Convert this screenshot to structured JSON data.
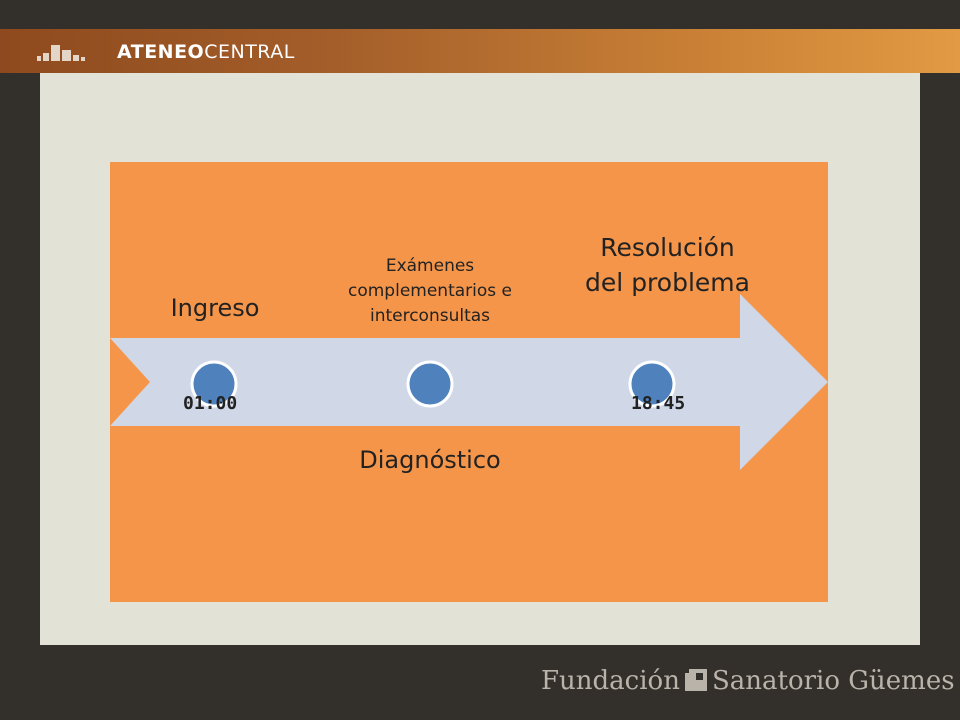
{
  "header": {
    "brand_bold": "ATENEO",
    "brand_light": "CENTRAL",
    "logo_icon": "bars-logo-icon"
  },
  "diagram": {
    "labels_above": [
      "Ingreso",
      "Exámenes complementarios e interconsultas",
      "Resolución del problema"
    ],
    "labels_below": [
      "Diagnóstico"
    ],
    "times": [
      "01:00",
      "18:45"
    ],
    "milestone_color": "#4f81bd",
    "arrow_color": "#d0d8e8",
    "background_color": "#f5954a"
  },
  "footer": {
    "left": "Fundación",
    "right": "Sanatorio Güemes"
  }
}
